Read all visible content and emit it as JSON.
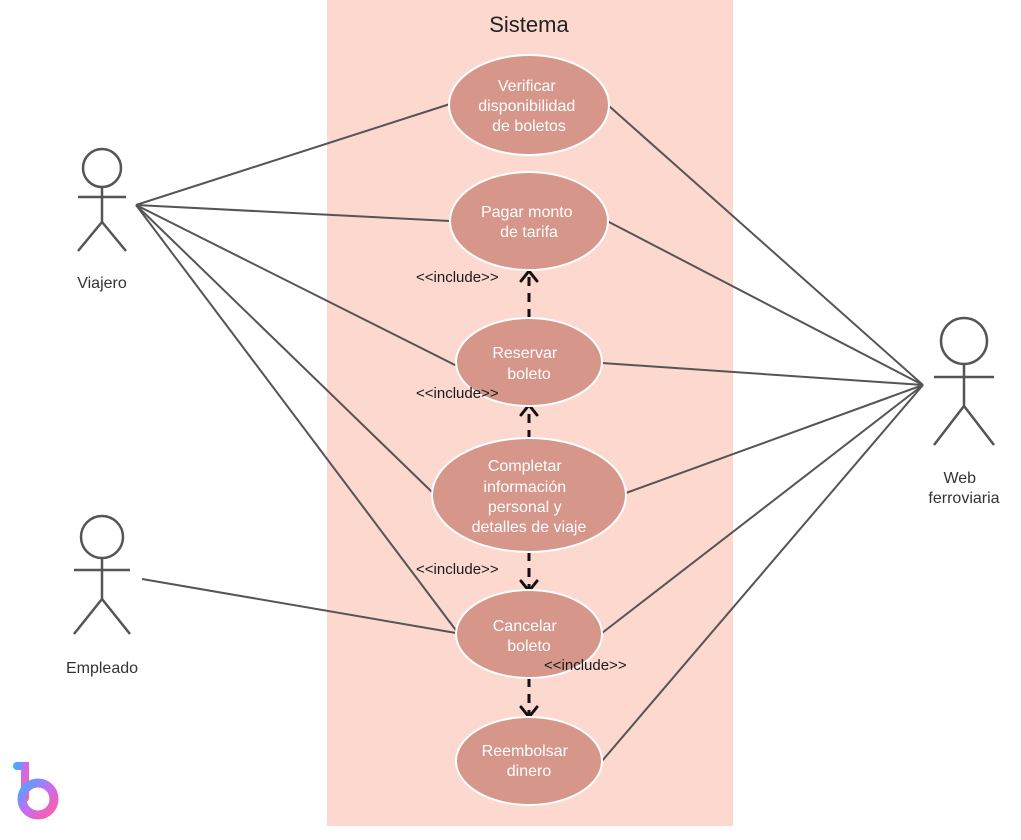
{
  "system": {
    "title": "Sistema",
    "fill": "#fdd8cf"
  },
  "use_cases": {
    "verificar": [
      "Verificar",
      "disponibilidad",
      "de boletos"
    ],
    "pagar": [
      "Pagar monto",
      "de tarifa"
    ],
    "reservar": [
      "Reservar",
      "boleto"
    ],
    "completar": [
      "Completar",
      "información",
      "personal y",
      "detalles de viaje"
    ],
    "cancelar": [
      "Cancelar",
      "boleto"
    ],
    "reembolsar": [
      "Reembolsar",
      "dinero"
    ],
    "fill": "#d6968a",
    "stroke": "#ffffff"
  },
  "actors": {
    "viajero": "Viajero",
    "empleado": "Empleado",
    "web": [
      "Web",
      "ferroviaria"
    ]
  },
  "include_label": "<<include>>",
  "associations": [
    [
      "viajero",
      "verificar"
    ],
    [
      "viajero",
      "pagar"
    ],
    [
      "viajero",
      "reservar"
    ],
    [
      "viajero",
      "completar"
    ],
    [
      "viajero",
      "cancelar"
    ],
    [
      "empleado",
      "cancelar"
    ],
    [
      "web",
      "verificar"
    ],
    [
      "web",
      "pagar"
    ],
    [
      "web",
      "reservar"
    ],
    [
      "web",
      "completar"
    ],
    [
      "web",
      "cancelar"
    ],
    [
      "web",
      "reembolsar"
    ]
  ],
  "includes": [
    {
      "from": "reservar",
      "to": "pagar"
    },
    {
      "from": "completar",
      "to": "reservar"
    },
    {
      "from": "completar",
      "to": "cancelar"
    },
    {
      "from": "cancelar",
      "to": "reembolsar"
    }
  ]
}
